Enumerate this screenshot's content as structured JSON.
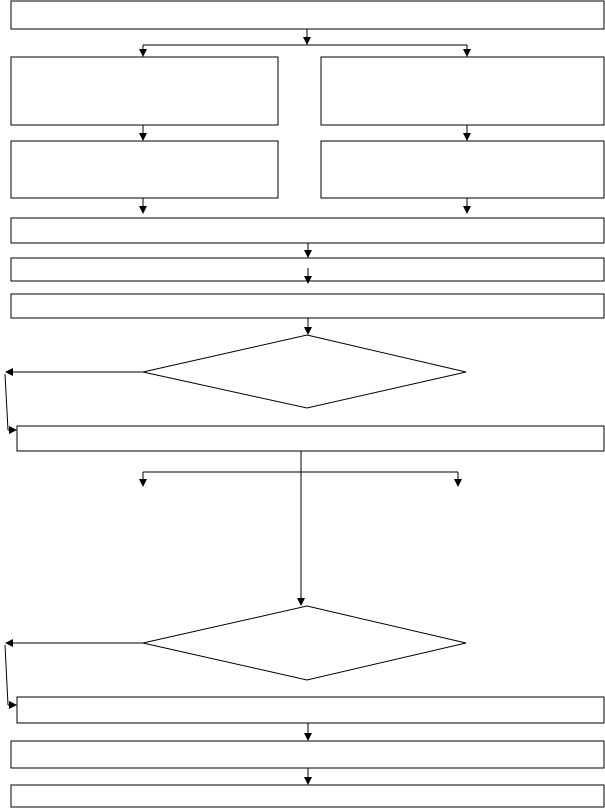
{
  "diagram": {
    "type": "flowchart",
    "colors": {
      "stroke": "#000000",
      "fill": "#ffffff"
    },
    "nodes": [
      {
        "id": "step-1",
        "shape": "rect",
        "text": ""
      },
      {
        "id": "step-2a",
        "shape": "rect",
        "text": ""
      },
      {
        "id": "step-2b",
        "shape": "rect",
        "text": ""
      },
      {
        "id": "step-3a",
        "shape": "rect",
        "text": ""
      },
      {
        "id": "step-3b",
        "shape": "rect",
        "text": ""
      },
      {
        "id": "step-4",
        "shape": "rect",
        "text": ""
      },
      {
        "id": "step-5",
        "shape": "rect",
        "text": ""
      },
      {
        "id": "step-6",
        "shape": "rect",
        "text": ""
      },
      {
        "id": "decision-1",
        "shape": "diamond",
        "text": ""
      },
      {
        "id": "step-7",
        "shape": "rect",
        "text": ""
      },
      {
        "id": "decision-2",
        "shape": "diamond",
        "text": ""
      },
      {
        "id": "step-8",
        "shape": "rect",
        "text": ""
      },
      {
        "id": "step-9",
        "shape": "rect",
        "text": ""
      },
      {
        "id": "step-10",
        "shape": "rect",
        "text": ""
      }
    ]
  }
}
